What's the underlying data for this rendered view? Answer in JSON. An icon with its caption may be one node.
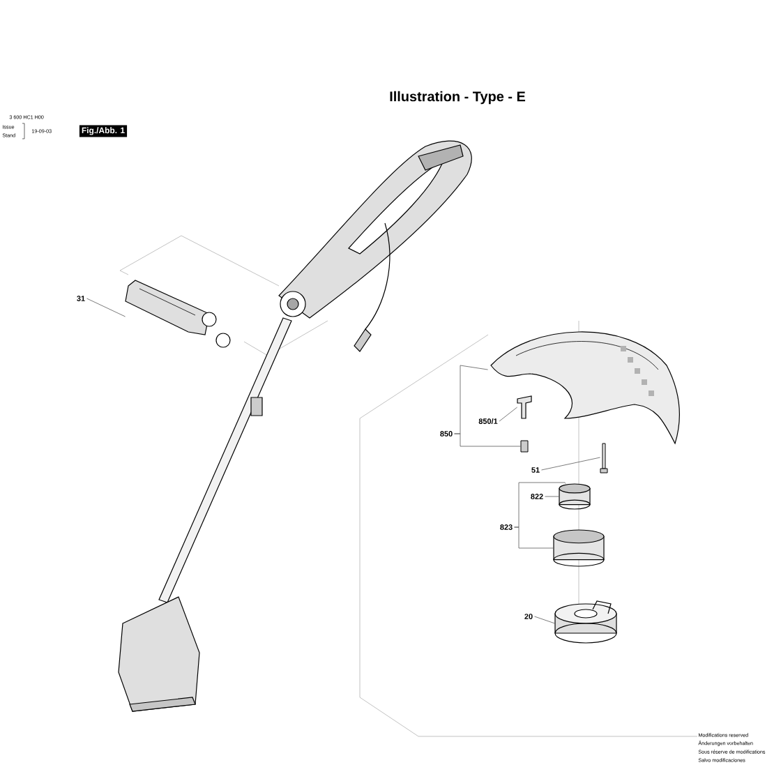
{
  "diagram": {
    "title": "Illustration - Type - E",
    "nodes": [
      {
        "text": [
          "31"
        ]
      },
      {
        "text": [],
        "shape": "picture"
      },
      {
        "text": [],
        "shape": "picture"
      },
      {
        "text": [
          "850/1"
        ]
      },
      {
        "text": [],
        "shape": "picture"
      },
      {
        "text": [
          "850"
        ]
      },
      {
        "text": [],
        "shape": "bar"
      },
      {
        "text": [
          "51"
        ]
      },
      {
        "text": [],
        "shape": "picture"
      },
      {
        "text": [
          "822"
        ]
      },
      {
        "text": [],
        "shape": "cylinder"
      },
      {
        "text": [
          "823"
        ]
      },
      {
        "text": [],
        "shape": "cylinder"
      },
      {
        "text": [
          "20"
        ]
      },
      {
        "text": [],
        "shape": "picture"
      }
    ],
    "edges": [
      {
        "from": 0,
        "to": 1,
        "arrow": "none"
      },
      {
        "from": 3,
        "to": 4,
        "arrow": "none"
      },
      {
        "from": 5,
        "to": 2,
        "arrow": "none"
      },
      {
        "from": 5,
        "to": 6,
        "arrow": "none"
      },
      {
        "from": 7,
        "to": 8,
        "arrow": "none"
      },
      {
        "from": 9,
        "to": 10,
        "arrow": "none"
      },
      {
        "from": 11,
        "to": 10,
        "arrow": "none"
      },
      {
        "from": 11,
        "to": 12,
        "arrow": "none"
      },
      {
        "from": 13,
        "to": 14,
        "arrow": "none"
      }
    ],
    "labels": [
      "3 600 HC1 H00",
      "Issue",
      "Stand",
      "19-09-03",
      "Fig./Abb. 1",
      "Modifications reserved",
      "Änderungen vorbehalten",
      "Sous réserve de modifications",
      "Salvo modificaciones"
    ]
  }
}
